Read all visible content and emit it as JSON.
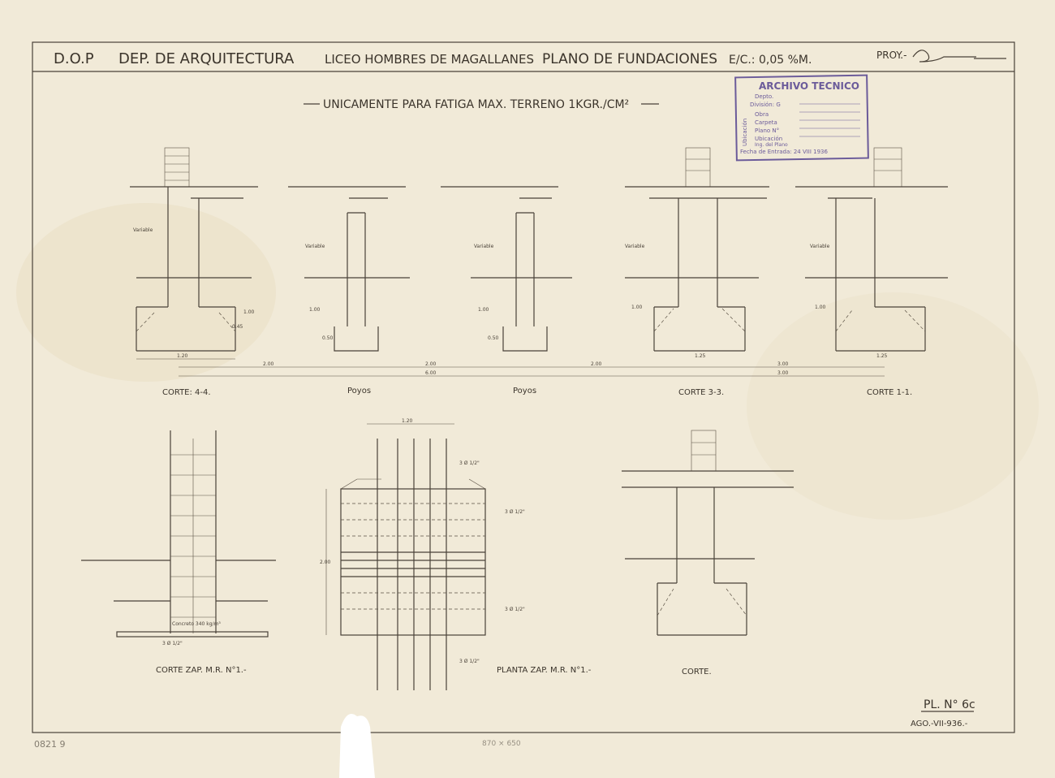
{
  "header": {
    "dop": "D.O.P",
    "dept": "DEP. DE ARQUITECTURA",
    "project": "LICEO HOMBRES DE MAGALLANES",
    "plan": "PLANO DE FUNDACIONES",
    "scale": "E/C.: 0,05 %M.",
    "proy": "PROY.-"
  },
  "subtitle": "UNICAMENTE PARA FATIGA MAX. TERRENO 1KGR./CM²",
  "stamp": {
    "title": "ARCHIVO TECNICO",
    "rows": [
      "Depto.",
      "División: G",
      "Obra",
      "Carpeta",
      "Plano N°",
      "Ubicación",
      "Ing. del Plano",
      "Fecha de Entrada: 24 VIII 1936"
    ],
    "vertical": "Ubicación"
  },
  "sections": [
    {
      "label": "CORTE: 4-4.",
      "cota1": "1.20",
      "cota2": "0.45",
      "cota3": "1.00",
      "var": "Variable"
    },
    {
      "label": "Poyos",
      "cota1": "1.00",
      "cota2": "0.50",
      "var": "Variable"
    },
    {
      "label": "Poyos",
      "cota1": "1.00",
      "cota2": "0.50",
      "var": "Variable"
    },
    {
      "label": "CORTE 3-3.",
      "cota1": "1.25",
      "cota2": "1.00",
      "var": "Variable"
    },
    {
      "label": "CORTE 1-1.",
      "cota1": "1.25",
      "cota2": "1.00",
      "var": "Variable"
    }
  ],
  "dims": {
    "a": "2.00",
    "b": "2.00",
    "c": "2.00",
    "d": "3.00",
    "e": "6.00",
    "f": "3.00"
  },
  "bottom": {
    "zap_corte": "CORTE ZAP. M.R. N°1.-",
    "zap_planta": "PLANTA ZAP. M.R. N°1.-",
    "corte": "CORTE.",
    "zap_w": "1.20",
    "zap_h": "2.00",
    "bars": "3 Ø 1/2\"",
    "concrete": "Concreto 340 kg/m³"
  },
  "sheet_id": "PL. N° 6c",
  "sheet_date": "AGO.-VII-936.-",
  "margin_left": "0821 9",
  "margin_bottom": "870 × 650"
}
